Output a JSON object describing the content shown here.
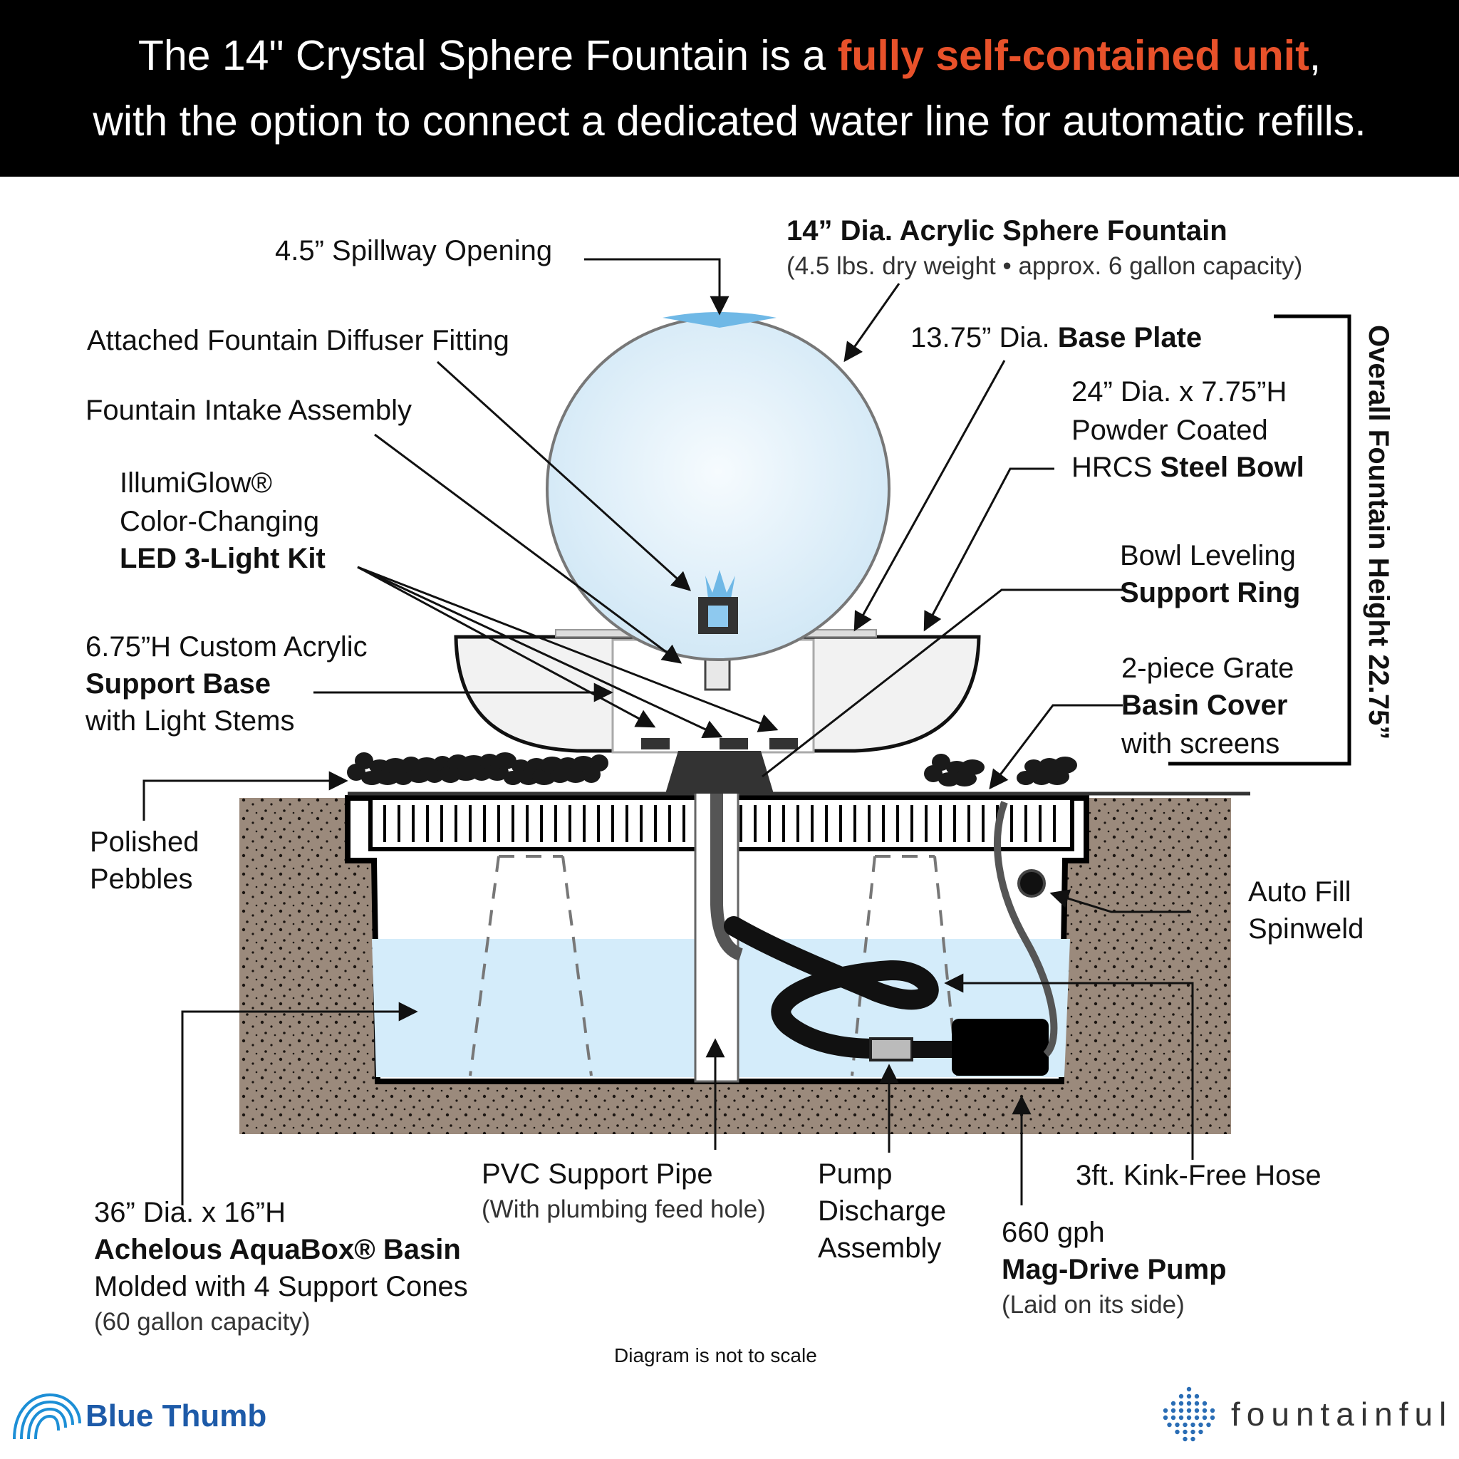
{
  "banner": {
    "line1_before": "The 14\" Crystal Sphere Fountain is a ",
    "line1_highlight": "fully self-contained unit",
    "line1_after": ",",
    "line2": "with the option to connect a dedicated water line for automatic refills.",
    "highlight_color": "#e8512a"
  },
  "labels": {
    "spillway": "4.5” Spillway Opening",
    "sphere_title": "14” Dia. Acrylic Sphere Fountain",
    "sphere_sub": "(4.5 lbs. dry weight • approx. 6 gallon capacity)",
    "diffuser": "Attached Fountain Diffuser Fitting",
    "intake": "Fountain Intake Assembly",
    "base_plate_pre": "13.75” Dia. ",
    "base_plate_bold": "Base Plate",
    "bowl_1": "24” Dia. x 7.75”H",
    "bowl_2": "Powder Coated",
    "bowl_3_pre": "HRCS ",
    "bowl_3_bold": "Steel Bowl",
    "led_1": "IllumiGlow®",
    "led_2": "Color-Changing",
    "led_3": "LED 3-Light Kit",
    "ring_1": "Bowl Leveling",
    "ring_2": "Support Ring",
    "support_1": "6.75”H Custom Acrylic",
    "support_2": "Support Base",
    "support_3": "with Light Stems",
    "grate_1": "2-piece Grate",
    "grate_2": "Basin Cover",
    "grate_3": "with screens",
    "height": "Overall Fountain Height 22.75”",
    "pebbles_1": "Polished",
    "pebbles_2": "Pebbles",
    "autofill_1": "Auto Fill",
    "autofill_2": "Spinweld",
    "basin_1": "36” Dia. x 16”H",
    "basin_2": "Achelous AquaBox® Basin",
    "basin_3": "Molded with 4 Support Cones",
    "basin_4": "(60 gallon capacity)",
    "pipe_1": "PVC Support Pipe",
    "pipe_2": "(With plumbing feed hole)",
    "discharge_1": "Pump",
    "discharge_2": "Discharge",
    "discharge_3": "Assembly",
    "hose": "3ft. Kink-Free Hose",
    "pump_1": "660 gph",
    "pump_2": "Mag-Drive Pump",
    "pump_3": "(Laid on its side)"
  },
  "note": "Diagram is not to scale",
  "logos": {
    "left": "Blue Thumb",
    "left_color": "#1d5aa8",
    "right": "fountainful",
    "right_color": "#333333"
  },
  "colors": {
    "water": "#d4ecfa",
    "soil": "#9b8a7c",
    "sphere": "#e4f1fa"
  }
}
